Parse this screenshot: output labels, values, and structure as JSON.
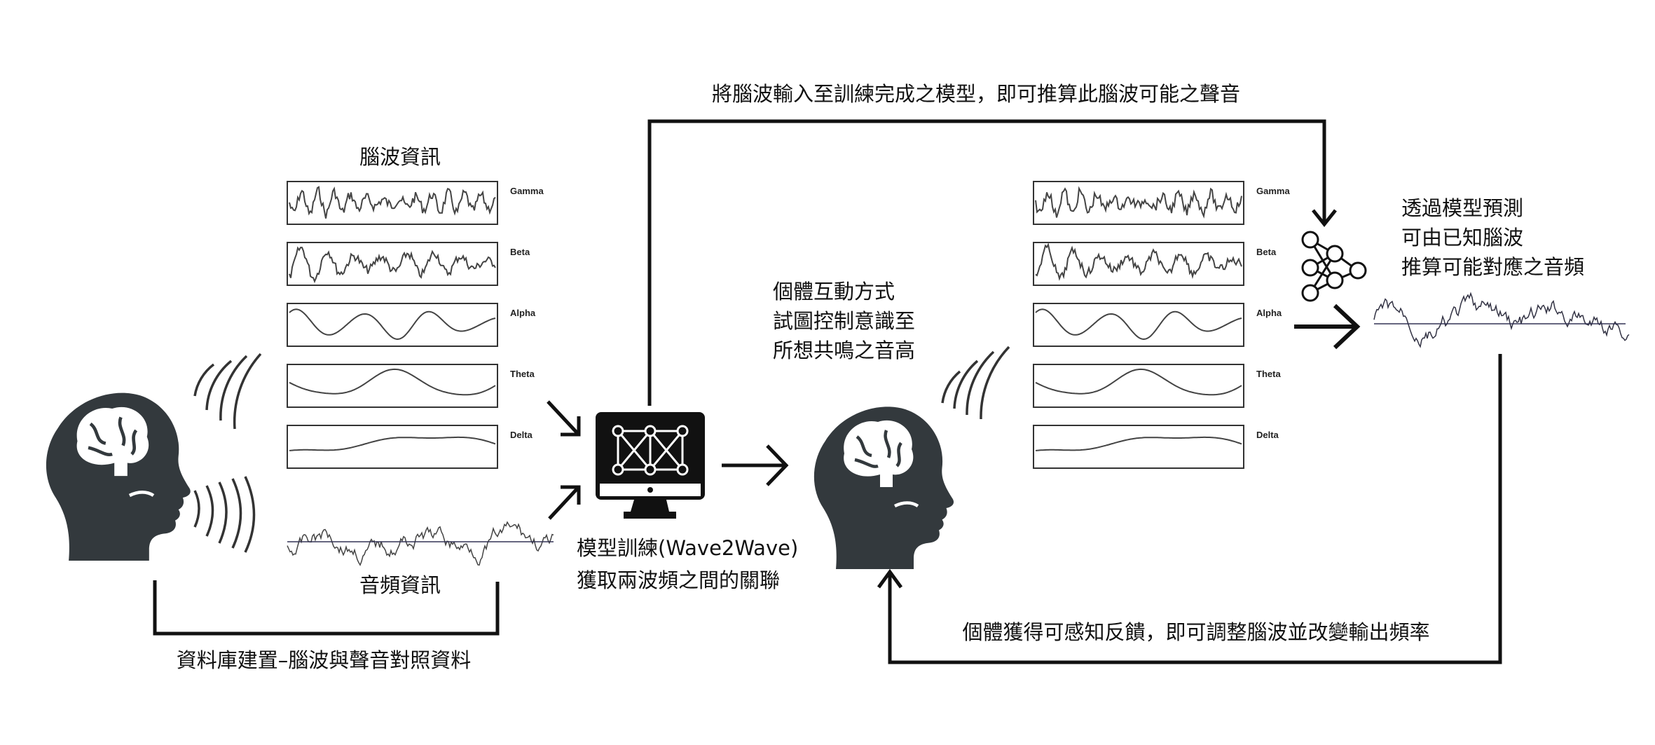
{
  "top_flow_text": "將腦波輸入至訓練完成之模型，即可推算此腦波可能之聲音",
  "left": {
    "eeg_title": "腦波資訊",
    "audio_title": "音頻資訊",
    "database_text": "資料庫建置–腦波與聲音對照資料"
  },
  "eeg_bands": [
    "Gamma",
    "Beta",
    "Alpha",
    "Theta",
    "Delta"
  ],
  "model": {
    "line1": "模型訓練(Wave2Wave)",
    "line2": "獲取兩波頻之間的關聯"
  },
  "interaction": {
    "lines": [
      "個體互動方式",
      "試圖控制意識至",
      "所想共鳴之音高"
    ]
  },
  "prediction": {
    "lines": [
      "透過模型預測",
      "可由已知腦波",
      "推算可能對應之音頻"
    ]
  },
  "feedback_text": "個體獲得可感知反饋，即可調整腦波並改變輸出頻率",
  "colors": {
    "head": "#33393d",
    "line": "#111111",
    "wave": "#444444"
  }
}
